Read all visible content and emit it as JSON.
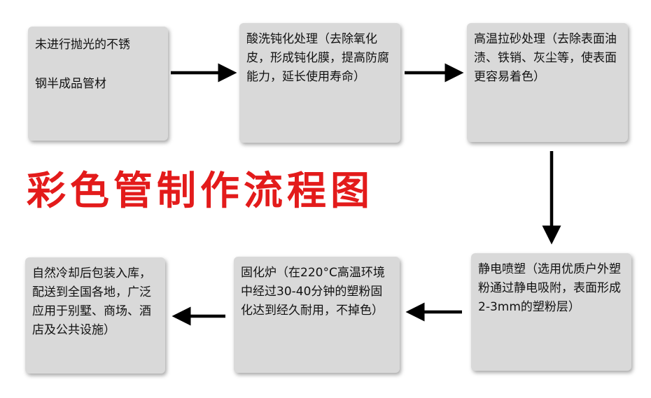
{
  "title": {
    "text": "彩色管制作流程图",
    "color": "#e31b1b"
  },
  "colors": {
    "box_fill": "#d9d9d9",
    "arrow": "#000000",
    "text": "#111111"
  },
  "steps": [
    {
      "id": "step-1",
      "text": "未进行抛光的不锈\n\n钢半成品管材"
    },
    {
      "id": "step-2",
      "text": "酸洗钝化处理（去除氧化皮，形成钝化膜，提高防腐能力，延长使用寿命）"
    },
    {
      "id": "step-3",
      "text": "高温拉砂处理（去除表面油渍、铁销、灰尘等，使表面更容易着色）"
    },
    {
      "id": "step-4",
      "text": "静电喷塑（选用优质户外塑粉通过静电吸附，表面形成2-3mm的塑粉层）"
    },
    {
      "id": "step-5",
      "text": "固化炉（在220°C高温环境中经过30-40分钟的塑粉固化达到经久耐用，不掉色）"
    },
    {
      "id": "step-6",
      "text": "自然冷却后包装入库，配送到全国各地，广泛应用于别墅、商场、酒店及公共设施）"
    }
  ],
  "arrows": [
    {
      "from": "step-1",
      "to": "step-2",
      "direction": "right"
    },
    {
      "from": "step-2",
      "to": "step-3",
      "direction": "right"
    },
    {
      "from": "step-3",
      "to": "step-4",
      "direction": "down"
    },
    {
      "from": "step-4",
      "to": "step-5",
      "direction": "left"
    },
    {
      "from": "step-5",
      "to": "step-6",
      "direction": "left"
    }
  ]
}
